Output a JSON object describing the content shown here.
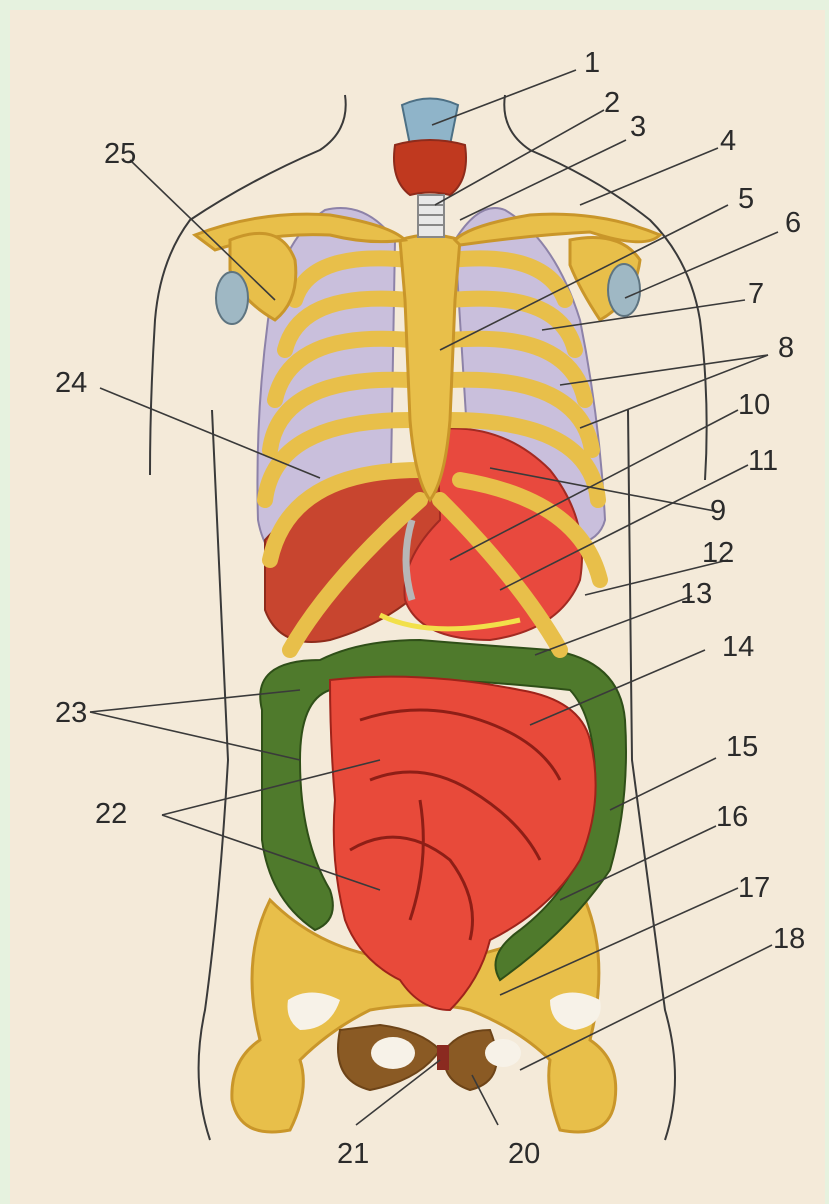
{
  "labels": {
    "l1": "1",
    "l2": "2",
    "l3": "3",
    "l4": "4",
    "l5": "5",
    "l6": "6",
    "l7": "7",
    "l8": "8",
    "l9": "9",
    "l10": "10",
    "l11": "11",
    "l12": "12",
    "l13": "13",
    "l14": "14",
    "l15": "15",
    "l16": "16",
    "l17": "17",
    "l18": "18",
    "l20": "20",
    "l21": "21",
    "l22": "22",
    "l23": "23",
    "l24": "24",
    "l25": "25"
  },
  "colors": {
    "frame": "#e6f2df",
    "paper": "#f4ead9",
    "bone": "#e8bf4a",
    "bone_dark": "#c9962a",
    "lung": "#c9bfdc",
    "liver": "#c8452f",
    "stomach": "#e8493e",
    "intestine": "#e84a3a",
    "colon": "#4f7a2c",
    "cartilage": "#8fb4c9",
    "pelvis_dark": "#8a5a24",
    "outline": "#3a3a3a"
  }
}
